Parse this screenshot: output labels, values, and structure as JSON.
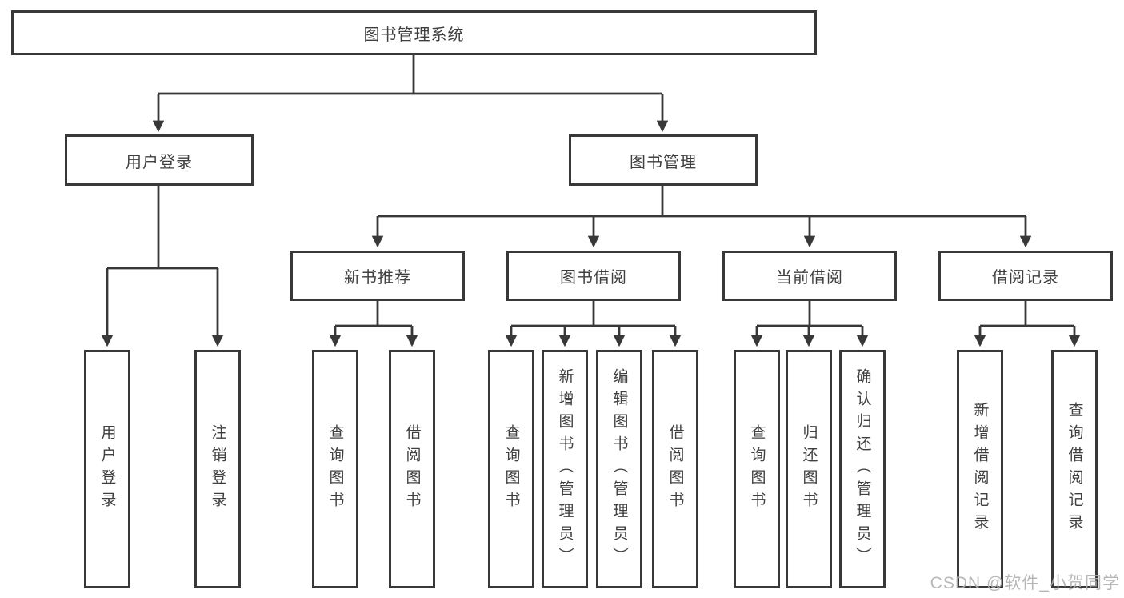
{
  "colors": {
    "line": "#383838",
    "box_border": "#383838",
    "text": "#3f3f3f",
    "background": "#ffffff",
    "watermark": "#b0b0b0"
  },
  "tree": {
    "root": {
      "label": "图书管理系统"
    },
    "branches": [
      {
        "label": "用户登录",
        "children": [
          {
            "label": "用户登录"
          },
          {
            "label": "注销登录"
          }
        ]
      },
      {
        "label": "图书管理",
        "children": [
          {
            "label": "新书推荐",
            "children": [
              {
                "label": "查询图书"
              },
              {
                "label": "借阅图书"
              }
            ]
          },
          {
            "label": "图书借阅",
            "children": [
              {
                "label": "查询图书"
              },
              {
                "label": "新增图书（管理员）"
              },
              {
                "label": "编辑图书（管理员）"
              },
              {
                "label": "借阅图书"
              }
            ]
          },
          {
            "label": "当前借阅",
            "children": [
              {
                "label": "查询图书"
              },
              {
                "label": "归还图书"
              },
              {
                "label": "确认归还（管理员）"
              }
            ]
          },
          {
            "label": "借阅记录",
            "children": [
              {
                "label": "新增借阅记录"
              },
              {
                "label": "查询借阅记录"
              }
            ]
          }
        ]
      }
    ]
  },
  "watermark": {
    "text": "CSDN @软件_小贺同学"
  }
}
